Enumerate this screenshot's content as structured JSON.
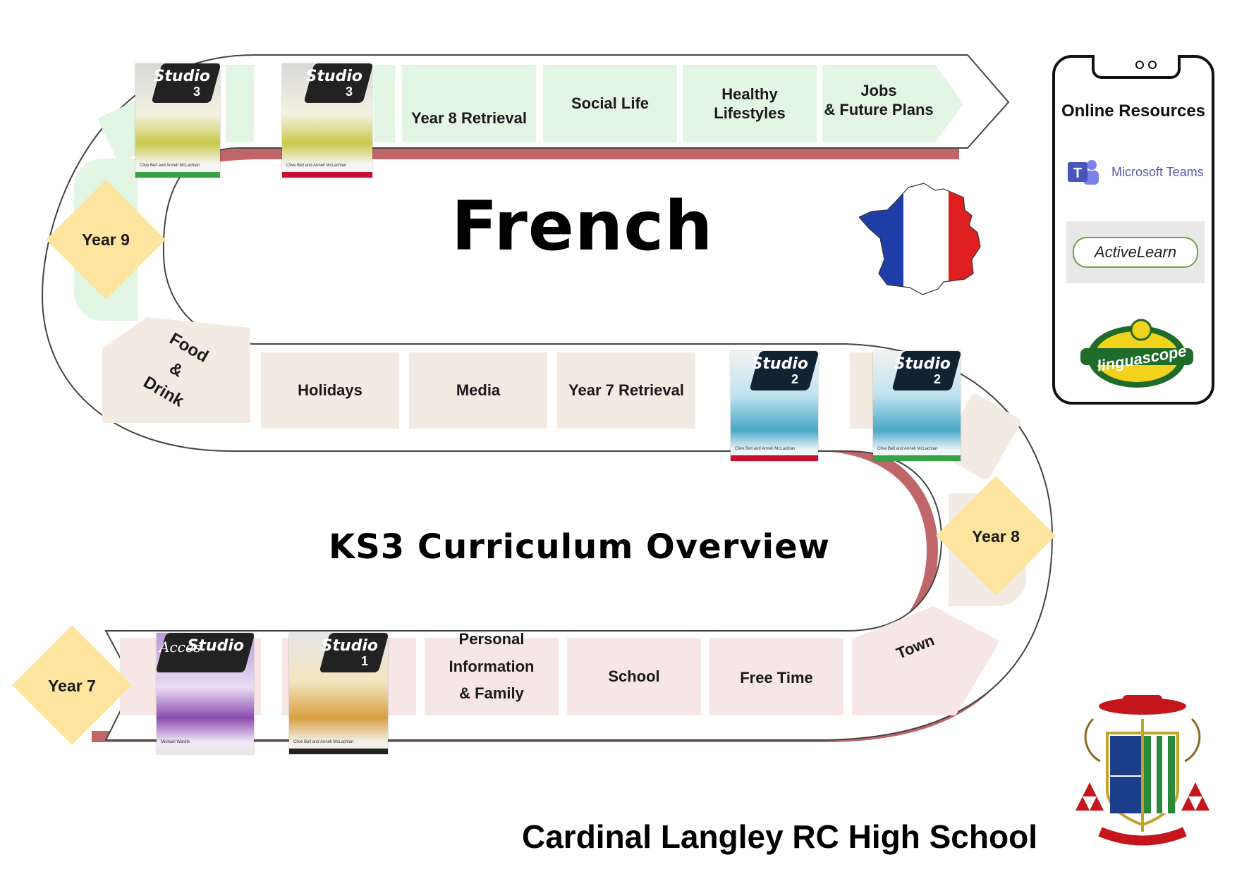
{
  "title": "French",
  "subtitle": "KS3 Curriculum Overview",
  "school": "Cardinal Langley RC High School",
  "years": {
    "y7": "Year 7",
    "y8": "Year 8",
    "y9": "Year 9"
  },
  "row_year9": {
    "retrieval": "Year 8 Retrieval",
    "social": "Social Life",
    "healthy": "Healthy\nLifestyles",
    "jobs": "Jobs\n& Future Plans"
  },
  "row_year8": {
    "food": "Food\n&\nDrink",
    "holidays": "Holidays",
    "media": "Media",
    "retrieval": "Year 7 Retrieval"
  },
  "row_year7": {
    "personal": "Personal\nInformation\n& Family",
    "school": "School",
    "freetime": "Free Time",
    "town": "Town"
  },
  "books": {
    "studio": "Studio",
    "acces": "Accès",
    "n1": "1",
    "n2": "2",
    "n3": "3",
    "authors": "Clive Bell and Anneli McLachlan",
    "authors_acces": "Michael Wardle"
  },
  "phone": {
    "title": "Online Resources",
    "teams": "Microsoft Teams",
    "activelearn": "ActiveLearn",
    "linguascope": "linguascope"
  },
  "colors": {
    "road_shadow": "#c0666a",
    "green": "#e3f5e3",
    "beige": "#f3ebe2",
    "pink": "#f7e6e6",
    "diamond": "#fde59f"
  }
}
